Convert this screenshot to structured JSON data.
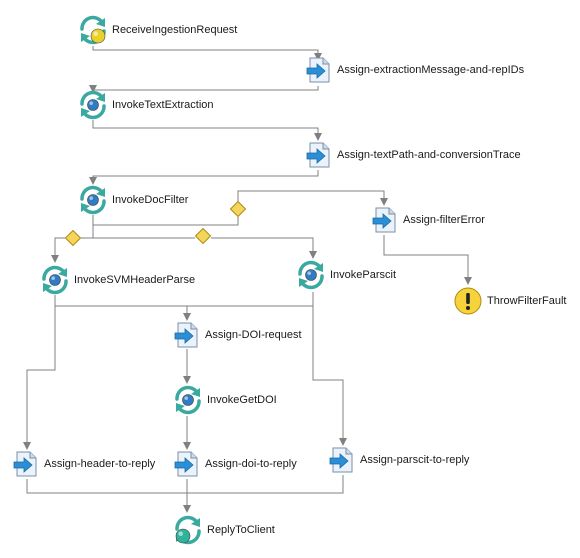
{
  "nodes": {
    "receive": {
      "label": "ReceiveIngestionRequest",
      "type": "receive"
    },
    "assign_extraction": {
      "label": "Assign-extractionMessage-and-repIDs",
      "type": "assign"
    },
    "invoke_text_extraction": {
      "label": "InvokeTextExtraction",
      "type": "invoke"
    },
    "assign_textpath": {
      "label": "Assign-textPath-and-conversionTrace",
      "type": "assign"
    },
    "invoke_docfilter": {
      "label": "InvokeDocFilter",
      "type": "invoke"
    },
    "assign_filtererror": {
      "label": "Assign-filterError",
      "type": "assign"
    },
    "throw_filterfault": {
      "label": "ThrowFilterFault",
      "type": "throw"
    },
    "invoke_svmheaderparse": {
      "label": "InvokeSVMHeaderParse",
      "type": "invoke"
    },
    "invoke_parscit": {
      "label": "InvokeParscit",
      "type": "invoke"
    },
    "assign_doi_request": {
      "label": "Assign-DOI-request",
      "type": "assign"
    },
    "invoke_getdoi": {
      "label": "InvokeGetDOI",
      "type": "invoke"
    },
    "assign_header_to_reply": {
      "label": "Assign-header-to-reply",
      "type": "assign"
    },
    "assign_doi_to_reply": {
      "label": "Assign-doi-to-reply",
      "type": "assign"
    },
    "assign_parscit_to_reply": {
      "label": "Assign-parscit-to-reply",
      "type": "assign"
    },
    "reply": {
      "label": "ReplyToClient",
      "type": "reply"
    }
  },
  "colors": {
    "edge": "#808080",
    "gateway_fill": "#f3d55b",
    "gateway_stroke": "#b08a10",
    "cycle_green": "#3aa9a0",
    "ball_yellow": "#e8d22a",
    "ball_blue": "#2f7cc4",
    "ball_teal": "#2fb39a",
    "doc_fill": "#eaf2fb",
    "arrow_blue": "#2a8fd6",
    "warn_fill": "#f6d33a"
  }
}
